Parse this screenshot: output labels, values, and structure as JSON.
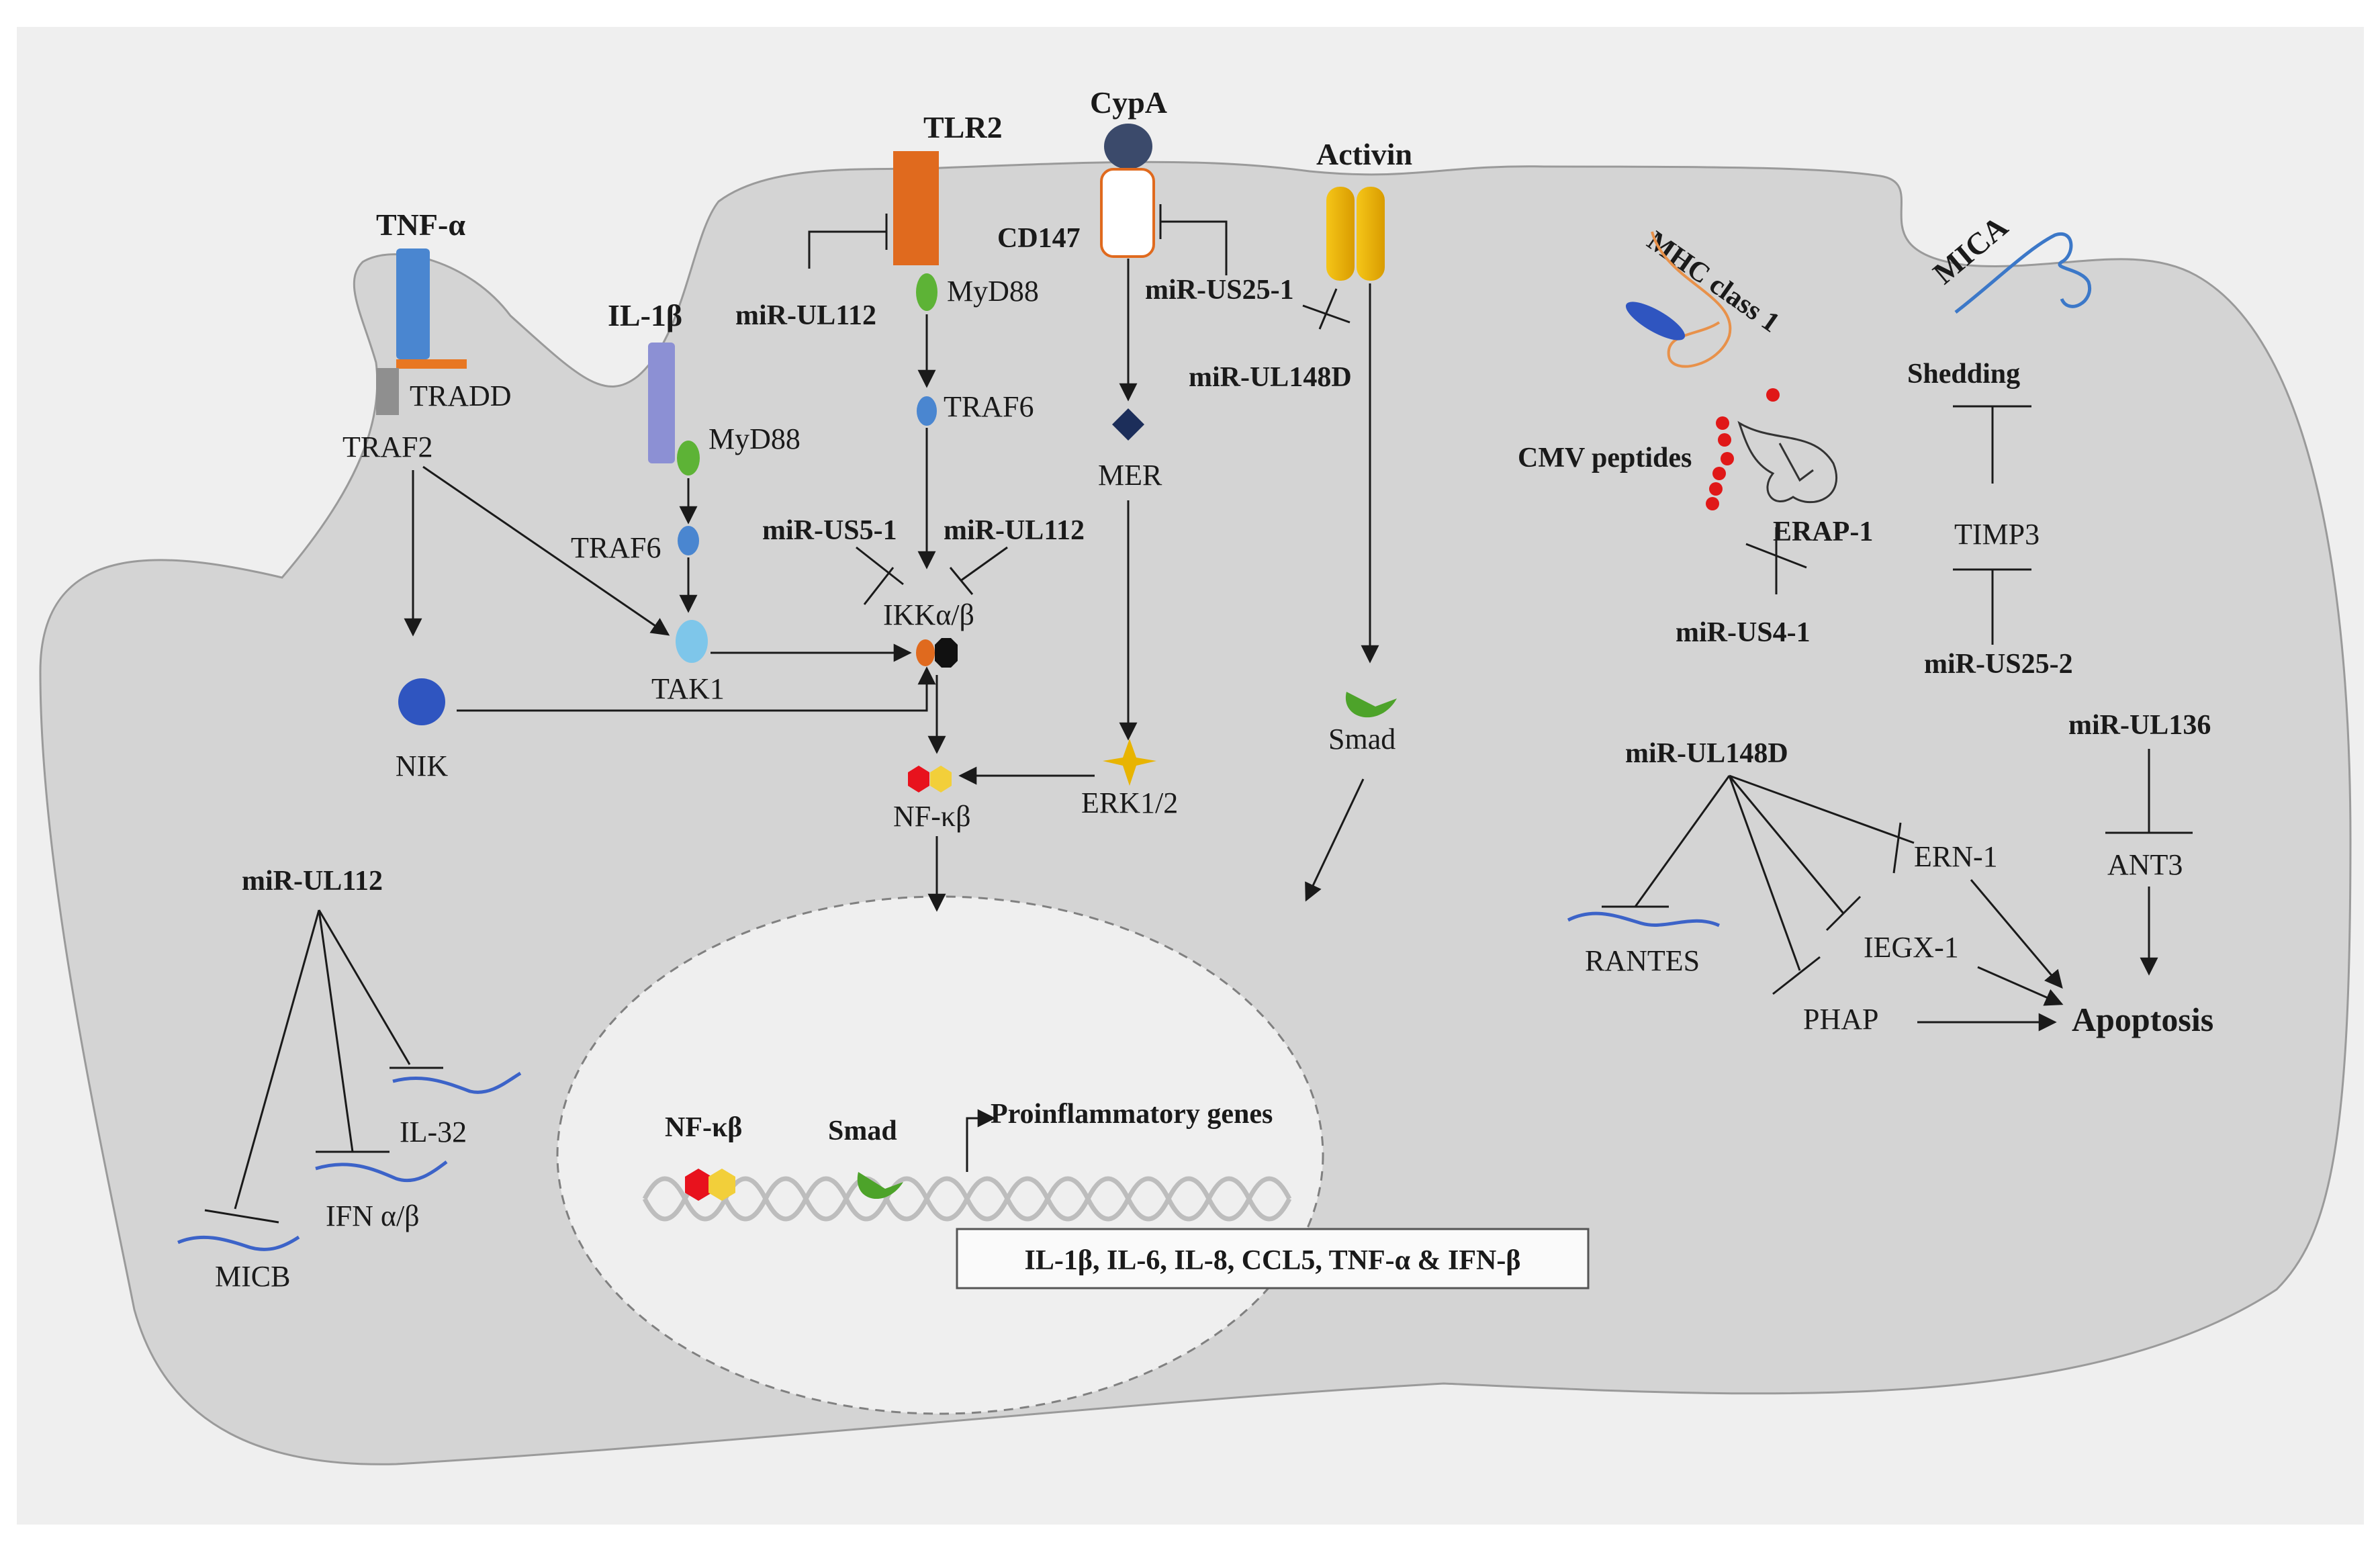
{
  "receptors": {
    "tnf_alpha": "TNF-α",
    "tradd": "TRADD",
    "traf2": "TRAF2",
    "il1b": "IL-1β",
    "tlr2": "TLR2",
    "cypa": "CypA",
    "cd147": "CD147",
    "activin": "Activin",
    "mica": "MICA",
    "mhc_class1": "MHC class 1"
  },
  "nodes": {
    "myd88_a": "MyD88",
    "myd88_b": "MyD88",
    "traf6_a": "TRAF6",
    "traf6_b": "TRAF6",
    "tak1": "TAK1",
    "nik": "NIK",
    "ikk": "IKKα/β",
    "nfkb": "NF-κβ",
    "mer": "MER",
    "erk": "ERK1/2",
    "smad": "Smad",
    "cmv_peptides": "CMV  peptides",
    "erap1": "ERAP-1",
    "shedding": "Shedding",
    "timp3": "TIMP3",
    "ant3": "ANT3",
    "ern1": "ERN-1",
    "iegx1": "IEGX-1",
    "phap": "PHAP",
    "rantes": "RANTES",
    "apoptosis": "Apoptosis",
    "il32": "IL-32",
    "ifn": "IFN α/β",
    "micb": "MICB"
  },
  "mirnas": {
    "ul112_tlr2": "miR-UL112",
    "us25_1": "miR-US25-1",
    "ul148d_cd147": "miR-UL148D",
    "us5_1": "miR-US5-1",
    "ul112_ikk": "miR-UL112",
    "us4_1": "miR-US4-1",
    "us25_2": "miR-US25-2",
    "ul136": "miR-UL136",
    "ul148d": "miR-UL148D",
    "ul112_bottom": "miR-UL112"
  },
  "nucleus": {
    "nfkb": "NF-κβ",
    "smad": "Smad",
    "genes_title": "Proinflammatory genes",
    "genes_list": "IL-1β, IL-6, IL-8, CCL5, TNF-α & IFN-β"
  },
  "colors": {
    "cell_fill": "#d4d4d4",
    "tnf_receptor": "#4a86d0",
    "tradd_bar": "#e87722",
    "il1b_receptor": "#8c90d4",
    "tlr2_receptor": "#e06a1e",
    "cypa": "#3b4a6b",
    "activin": "#f0b400",
    "myd88": "#5db336",
    "traf6": "#4a86d0",
    "tak1": "#7ec6ea",
    "nik": "#2f55c0",
    "mer": "#1c2e5a",
    "erk": "#e8b400",
    "smad": "#4da32a",
    "nfkb_red": "#e8121d",
    "nfkb_yellow": "#f2cf3a",
    "peptides": "#e01818",
    "mrna": "#3c63c8"
  }
}
